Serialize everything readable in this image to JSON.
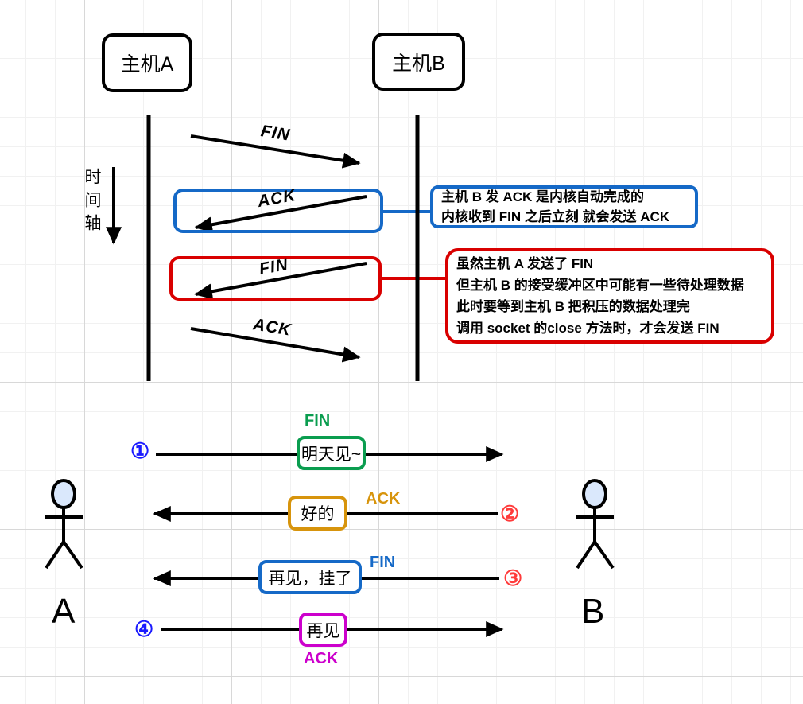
{
  "colors": {
    "blue": "#1569c7",
    "red": "#d90000",
    "green": "#0a9d4f",
    "orange": "#d7940c",
    "magenta": "#cc00cc",
    "number_blue": "#1a1aff",
    "number_red": "#ff3b3b",
    "stick_head_fill": "#dae8fc",
    "line_black": "#000000"
  },
  "top": {
    "host_a": "主机A",
    "host_b": "主机B",
    "time_axis": "时间轴",
    "arrow_labels": [
      {
        "label": "FIN",
        "direction": "a-to-b"
      },
      {
        "label": "ACK",
        "direction": "b-to-a",
        "highlight": "blue"
      },
      {
        "label": "FIN",
        "direction": "b-to-a",
        "highlight": "red"
      },
      {
        "label": "ACK",
        "direction": "a-to-b"
      }
    ],
    "blue_note": {
      "lines": [
        "主机 B 发 ACK 是内核自动完成的",
        "内核收到 FIN 之后立刻 就会发送 ACK"
      ]
    },
    "red_note": {
      "lines": [
        "虽然主机 A 发送了 FIN",
        "但主机 B 的接受缓冲区中可能有一些待处理数据",
        "此时要等到主机 B 把积压的数据处理完",
        "调用 socket 的close 方法时，才会发送 FIN"
      ]
    }
  },
  "bottom": {
    "actor_a": "A",
    "actor_b": "B",
    "steps": [
      {
        "num": "①",
        "flag": "FIN",
        "message": "明天见~",
        "color": "green",
        "direction": "a-to-b"
      },
      {
        "num": "②",
        "flag": "ACK",
        "message": "好的",
        "color": "orange",
        "direction": "b-to-a"
      },
      {
        "num": "③",
        "flag": "FIN",
        "message": "再见，挂了",
        "color": "blue",
        "direction": "b-to-a"
      },
      {
        "num": "④",
        "flag": "ACK",
        "message": "再见",
        "color": "magenta",
        "direction": "a-to-b"
      }
    ]
  }
}
